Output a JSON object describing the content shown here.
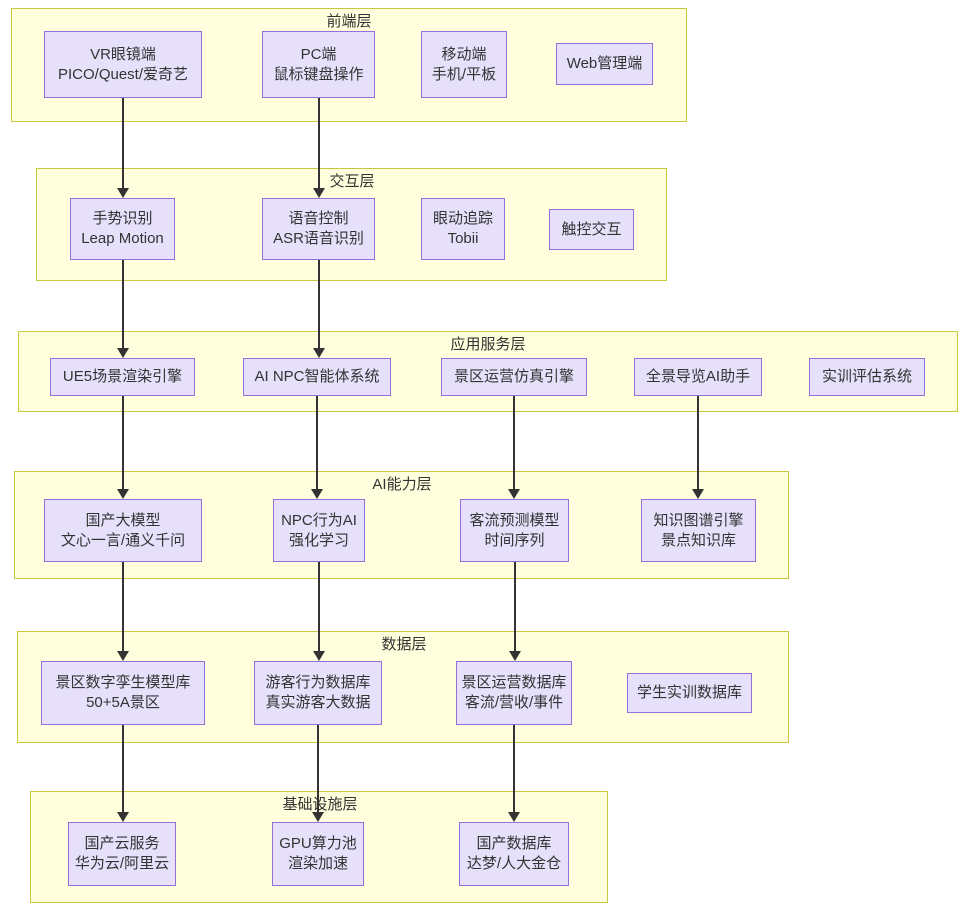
{
  "diagram": {
    "type": "layered-architecture",
    "title_visible": false,
    "colors": {
      "layer_fill": "#ffffde",
      "layer_border": "#c8c840",
      "node_fill": "#e6e0fb",
      "node_border": "#9370db",
      "edge": "#333333",
      "text": "#333333"
    }
  },
  "layers": [
    {
      "id": "frontend",
      "title": "前端层",
      "nodes": [
        {
          "id": "vr",
          "lines": [
            "VR眼镜端",
            "PICO/Quest/爱奇艺"
          ]
        },
        {
          "id": "pc",
          "lines": [
            "PC端",
            "鼠标键盘操作"
          ]
        },
        {
          "id": "mobile",
          "lines": [
            "移动端",
            "手机/平板"
          ]
        },
        {
          "id": "web",
          "lines": [
            "Web管理端"
          ]
        }
      ]
    },
    {
      "id": "interaction",
      "title": "交互层",
      "nodes": [
        {
          "id": "gesture",
          "lines": [
            "手势识别",
            "Leap Motion"
          ]
        },
        {
          "id": "voice",
          "lines": [
            "语音控制",
            "ASR语音识别"
          ]
        },
        {
          "id": "eye",
          "lines": [
            "眼动追踪",
            "Tobii"
          ]
        },
        {
          "id": "touch",
          "lines": [
            "触控交互"
          ]
        }
      ]
    },
    {
      "id": "appservice",
      "title": "应用服务层",
      "nodes": [
        {
          "id": "ue5",
          "lines": [
            "UE5场景渲染引擎"
          ]
        },
        {
          "id": "ainpc",
          "lines": [
            "AI NPC智能体系统"
          ]
        },
        {
          "id": "sim",
          "lines": [
            "景区运营仿真引擎"
          ]
        },
        {
          "id": "guide",
          "lines": [
            "全景导览AI助手"
          ]
        },
        {
          "id": "assess",
          "lines": [
            "实训评估系统"
          ]
        }
      ]
    },
    {
      "id": "aicapability",
      "title": "AI能力层",
      "nodes": [
        {
          "id": "llm",
          "lines": [
            "国产大模型",
            "文心一言/通义千问"
          ]
        },
        {
          "id": "npcai",
          "lines": [
            "NPC行为AI",
            "强化学习"
          ]
        },
        {
          "id": "flow",
          "lines": [
            "客流预测模型",
            "时间序列"
          ]
        },
        {
          "id": "kg",
          "lines": [
            "知识图谱引擎",
            "景点知识库"
          ]
        }
      ]
    },
    {
      "id": "data",
      "title": "数据层",
      "nodes": [
        {
          "id": "twin",
          "lines": [
            "景区数字孪生模型库",
            "50+5A景区"
          ]
        },
        {
          "id": "behavior",
          "lines": [
            "游客行为数据库",
            "真实游客大数据"
          ]
        },
        {
          "id": "ops",
          "lines": [
            "景区运营数据库",
            "客流/营收/事件"
          ]
        },
        {
          "id": "student",
          "lines": [
            "学生实训数据库"
          ]
        }
      ]
    },
    {
      "id": "infrastructure",
      "title": "基础设施层",
      "nodes": [
        {
          "id": "cloud",
          "lines": [
            "国产云服务",
            "华为云/阿里云"
          ]
        },
        {
          "id": "gpu",
          "lines": [
            "GPU算力池",
            "渲染加速"
          ]
        },
        {
          "id": "db",
          "lines": [
            "国产数据库",
            "达梦/人大金仓"
          ]
        }
      ]
    }
  ],
  "connections": [
    {
      "from": "vr",
      "to": "gesture"
    },
    {
      "from": "pc",
      "to": "voice"
    },
    {
      "from": "gesture",
      "to": "ue5"
    },
    {
      "from": "voice",
      "to": "ainpc"
    },
    {
      "from": "ue5",
      "to": "llm"
    },
    {
      "from": "ainpc",
      "to": "npcai"
    },
    {
      "from": "sim",
      "to": "flow"
    },
    {
      "from": "guide",
      "to": "kg"
    },
    {
      "from": "llm",
      "to": "twin"
    },
    {
      "from": "npcai",
      "to": "behavior"
    },
    {
      "from": "flow",
      "to": "ops"
    },
    {
      "from": "twin",
      "to": "cloud"
    },
    {
      "from": "behavior",
      "to": "gpu"
    },
    {
      "from": "ops",
      "to": "db"
    }
  ]
}
